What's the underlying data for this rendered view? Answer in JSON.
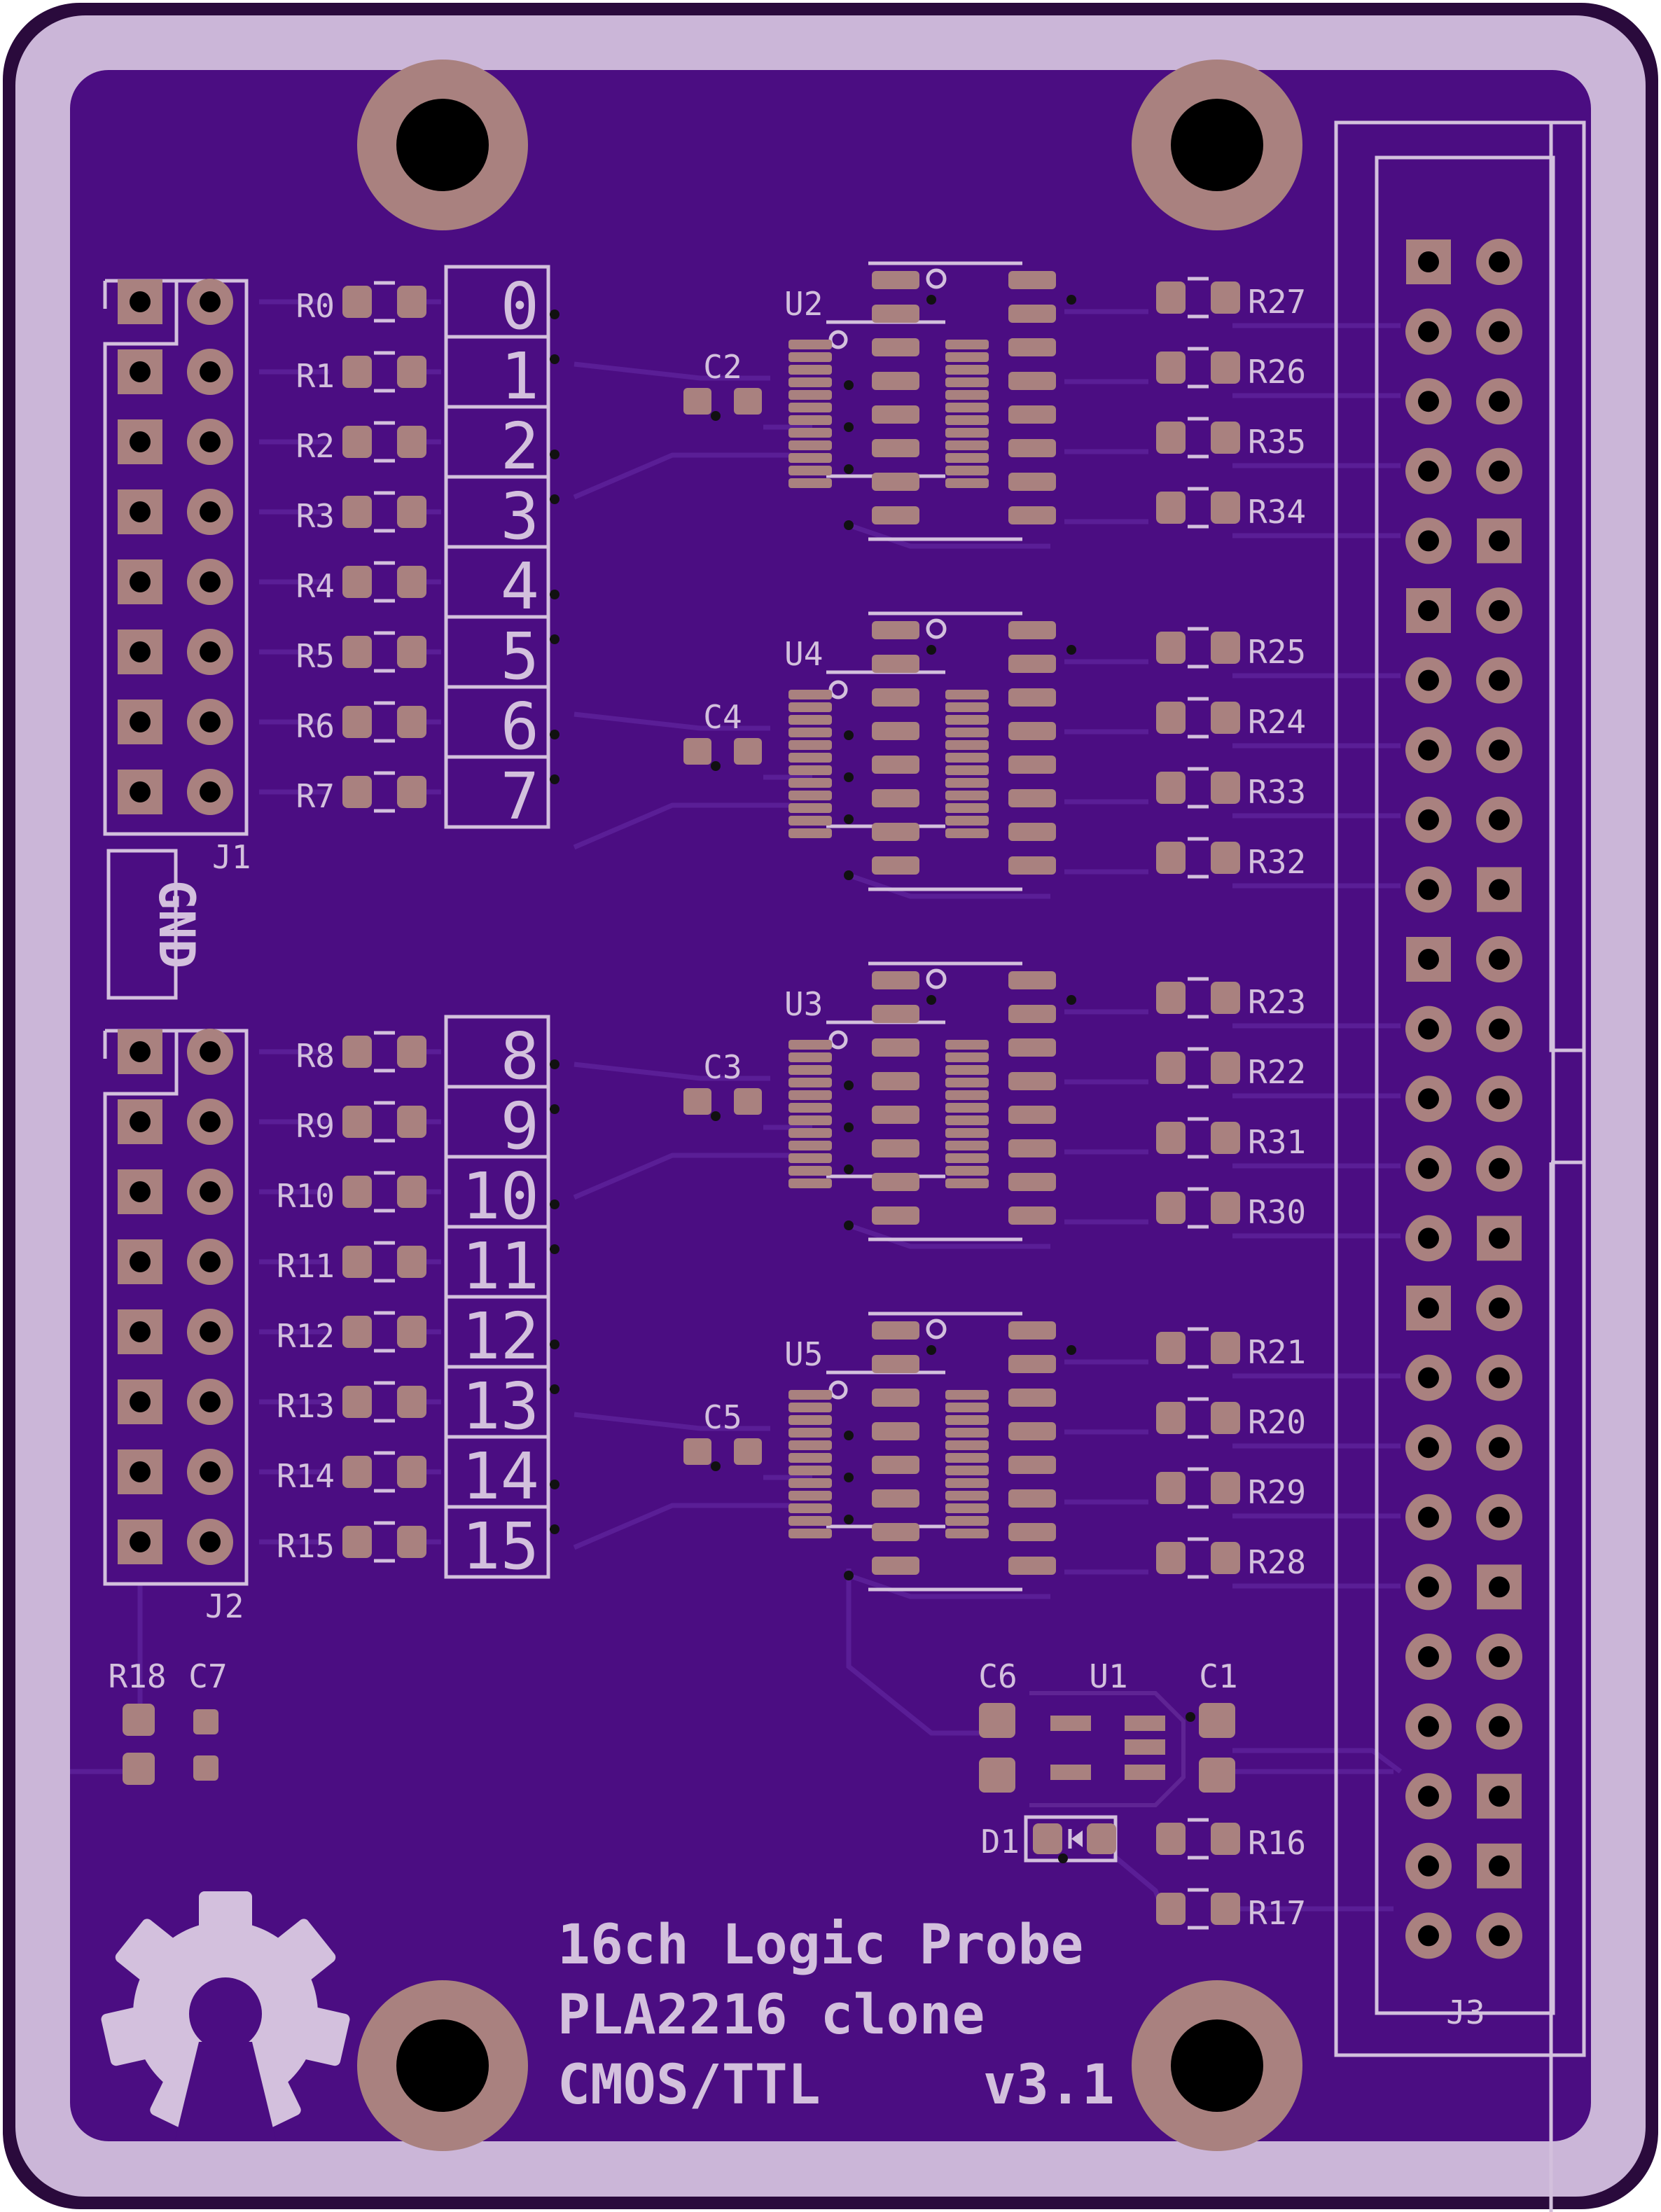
{
  "colors": {
    "board_edge": "#2a0a3c",
    "board_fill": "#4b0d82",
    "silk": "#d3c0dd",
    "copper_pad": "#a9817f",
    "hole": "#000000",
    "trace": "#5a1e96"
  },
  "j1": {
    "ref": "J1",
    "resistors": [
      "R0",
      "R1",
      "R2",
      "R3",
      "R4",
      "R5",
      "R6",
      "R7"
    ],
    "channels": [
      "0",
      "1",
      "2",
      "3",
      "4",
      "5",
      "6",
      "7"
    ]
  },
  "j2": {
    "ref": "J2",
    "resistors": [
      "R8",
      "R9",
      "R10",
      "R11",
      "R12",
      "R13",
      "R14",
      "R15"
    ],
    "channels": [
      "8",
      "9",
      "10",
      "11",
      "12",
      "13",
      "14",
      "15"
    ]
  },
  "gnd_label": "GND",
  "ics": [
    {
      "ref": "U2",
      "cap": "C2",
      "right_resistors": [
        "R27",
        "R26",
        "R35",
        "R34"
      ]
    },
    {
      "ref": "U4",
      "cap": "C4",
      "right_resistors": [
        "R25",
        "R24",
        "R33",
        "R32"
      ]
    },
    {
      "ref": "U3",
      "cap": "C3",
      "right_resistors": [
        "R23",
        "R22",
        "R31",
        "R30"
      ]
    },
    {
      "ref": "U5",
      "cap": "C5",
      "right_resistors": [
        "R21",
        "R20",
        "R29",
        "R28"
      ]
    }
  ],
  "power": {
    "r18": "R18",
    "c7": "C7",
    "c6": "C6",
    "u1": "U1",
    "c1": "C1",
    "d1": "D1",
    "r16": "R16",
    "r17": "R17"
  },
  "j3": {
    "ref": "J3"
  },
  "title": {
    "line1": "16ch Logic Probe",
    "line2": "PLA2216 clone",
    "line3": "CMOS/TTL",
    "version": "v3.1"
  },
  "logo_icon": "open-source-hardware-gear-icon"
}
